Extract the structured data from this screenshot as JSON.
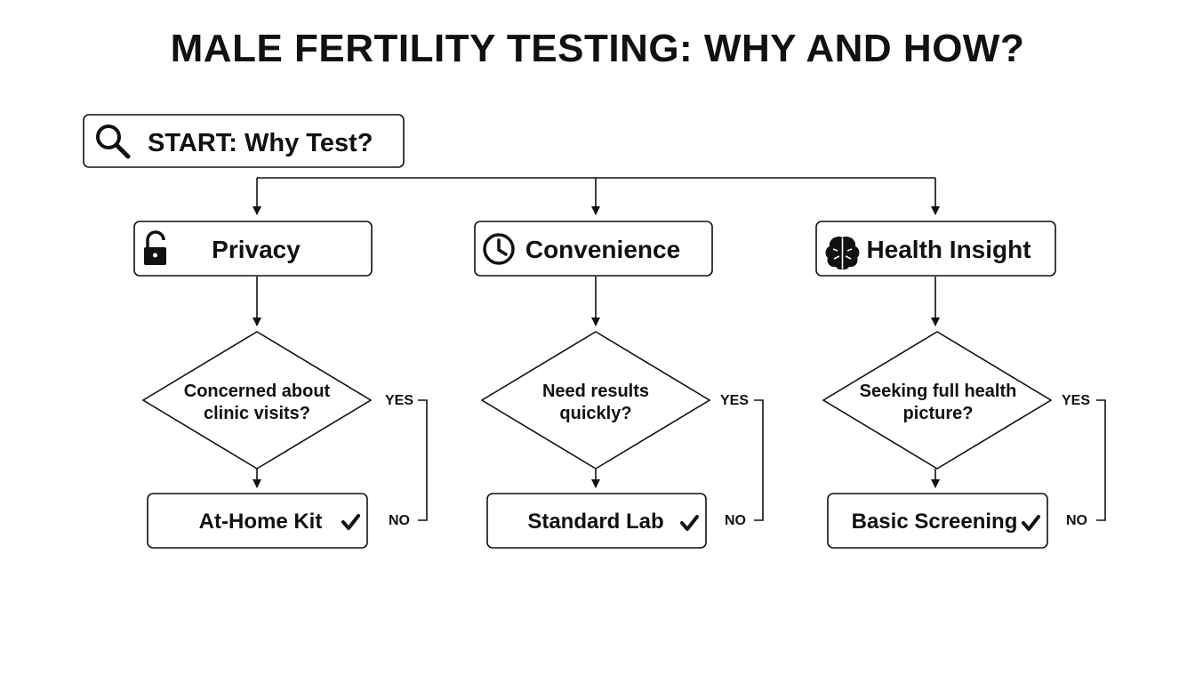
{
  "title": "MALE FERTILITY TESTING: WHY AND HOW?",
  "start": {
    "label": "START: Why Test?",
    "icon": "magnifier-icon"
  },
  "branches": [
    {
      "id": "privacy",
      "label": "Privacy",
      "icon": "padlock-icon",
      "question": [
        "Concerned about",
        "clinic visits?"
      ],
      "outcome": "At-Home Kit",
      "yes_label": "YES",
      "no_label": "NO"
    },
    {
      "id": "convenience",
      "label": "Convenience",
      "icon": "clock-icon",
      "question": [
        "Need results",
        "quickly?"
      ],
      "outcome": "Standard Lab",
      "yes_label": "YES",
      "no_label": "NO"
    },
    {
      "id": "health",
      "label": "Health Insight",
      "icon": "brain-icon",
      "question": [
        "Seeking full health",
        "picture?"
      ],
      "outcome": "Basic Screening",
      "yes_label": "YES",
      "no_label": "NO"
    }
  ],
  "colors": {
    "ink": "#111111",
    "background": "#ffffff"
  }
}
